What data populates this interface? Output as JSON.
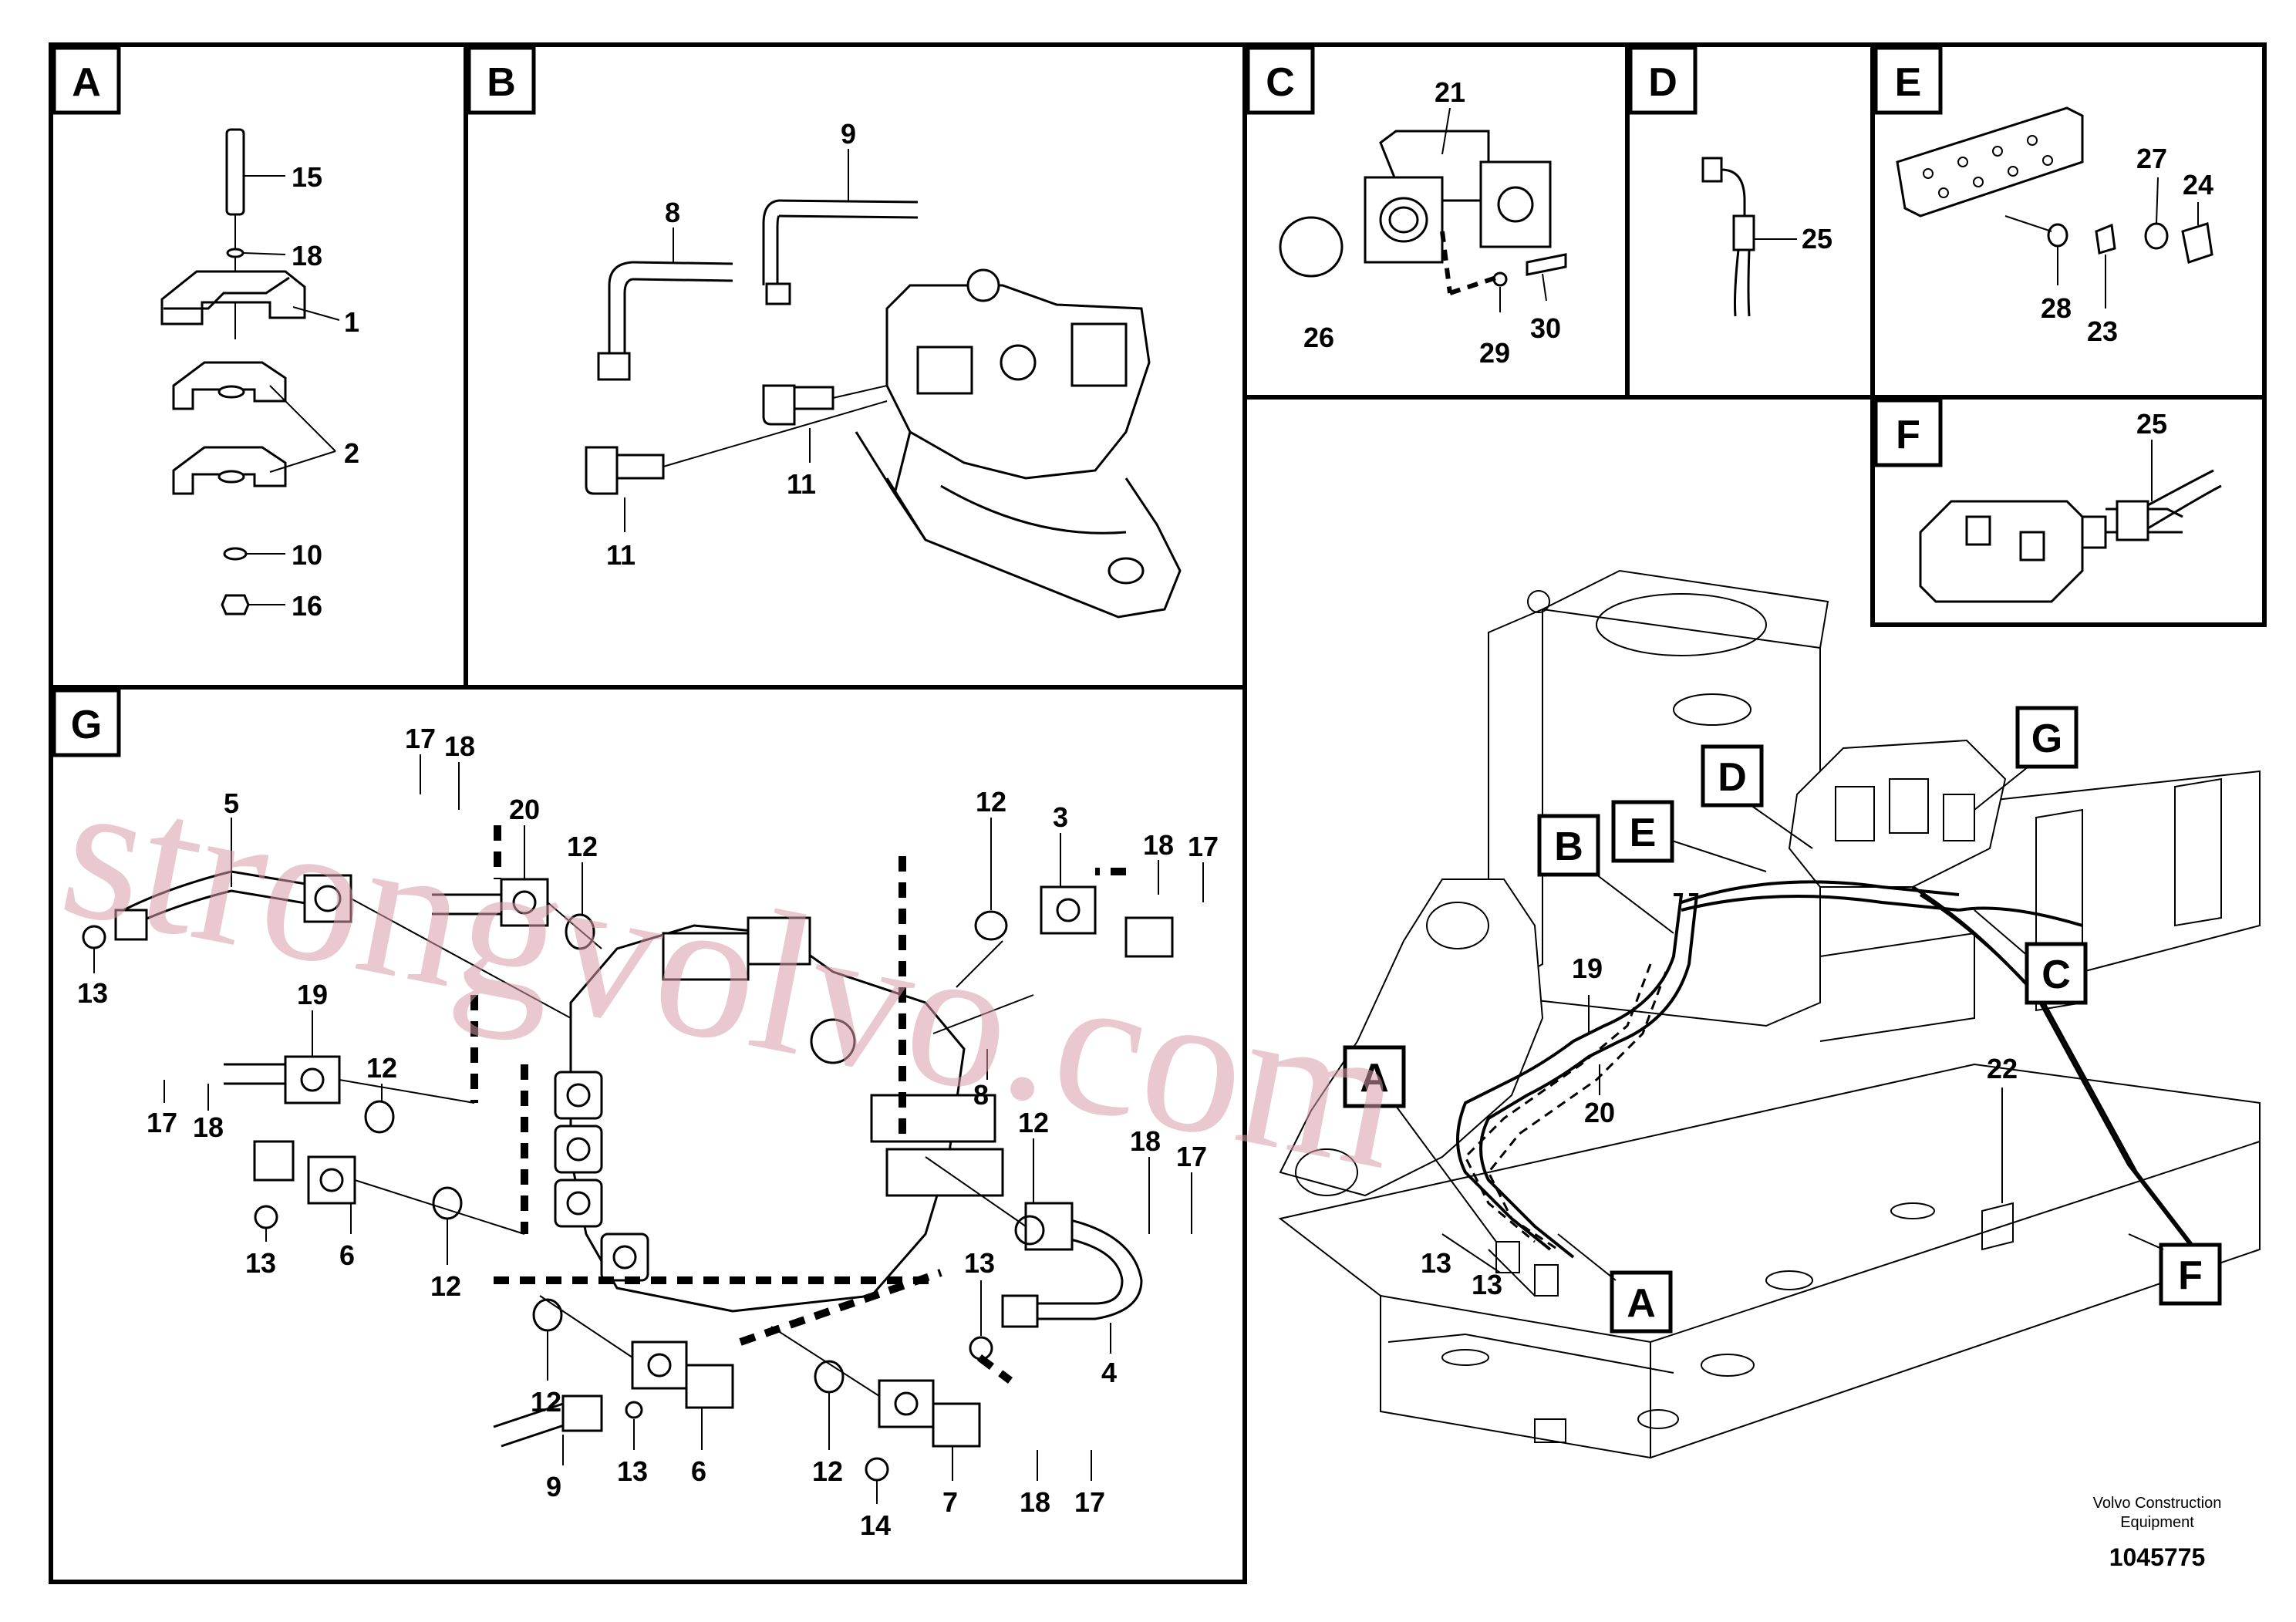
{
  "panels": [
    {
      "id": "A",
      "label": "A",
      "callouts": [
        "15",
        "18",
        "1",
        "2",
        "10",
        "16"
      ]
    },
    {
      "id": "B",
      "label": "B",
      "callouts": [
        "9",
        "8",
        "11",
        "11"
      ]
    },
    {
      "id": "C",
      "label": "C",
      "callouts": [
        "21",
        "26",
        "29",
        "30"
      ]
    },
    {
      "id": "D",
      "label": "D",
      "callouts": [
        "25"
      ]
    },
    {
      "id": "E",
      "label": "E",
      "callouts": [
        "27",
        "24",
        "28",
        "23"
      ]
    },
    {
      "id": "F",
      "label": "F",
      "callouts": [
        "25"
      ]
    },
    {
      "id": "G",
      "label": "G",
      "callouts": [
        "17",
        "18",
        "20",
        "5",
        "12",
        "12",
        "3",
        "18",
        "17",
        "13",
        "19",
        "12",
        "8",
        "17",
        "18",
        "13",
        "6",
        "12",
        "12",
        "18",
        "17",
        "13",
        "4",
        "12",
        "13",
        "6",
        "9",
        "12",
        "14",
        "7",
        "18",
        "17"
      ]
    }
  ],
  "overview": {
    "tags": [
      "D",
      "G",
      "B",
      "E",
      "C",
      "A",
      "A",
      "F"
    ],
    "callouts": [
      "19",
      "20",
      "22",
      "13",
      "13"
    ]
  },
  "watermark": "strongvolvo.com",
  "footer": {
    "line1": "Volvo Construction",
    "line2": "Equipment",
    "number": "1045775"
  },
  "colors": {
    "line": "#000000",
    "watermark": "#d89ca8"
  }
}
